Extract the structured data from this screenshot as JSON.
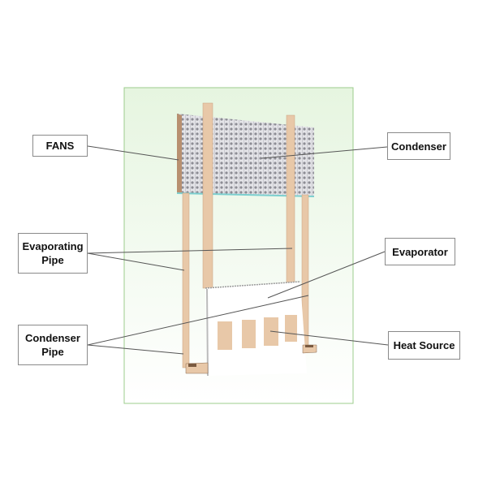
{
  "labels": {
    "fans": "FANS",
    "condenser": "Condenser",
    "evaporating_pipe_1": "Evaporating",
    "evaporating_pipe_2": "Pipe",
    "evaporator": "Evaporator",
    "condenser_pipe_1": "Condenser",
    "condenser_pipe_2": "Pipe",
    "heat_source": "Heat Source"
  },
  "colors": {
    "pipe": "#e8c8a8",
    "pipe_dark": "#c9a27e",
    "frame": "#9ccc8c",
    "leader": "#555555",
    "condenser": "#c8c8cc"
  }
}
